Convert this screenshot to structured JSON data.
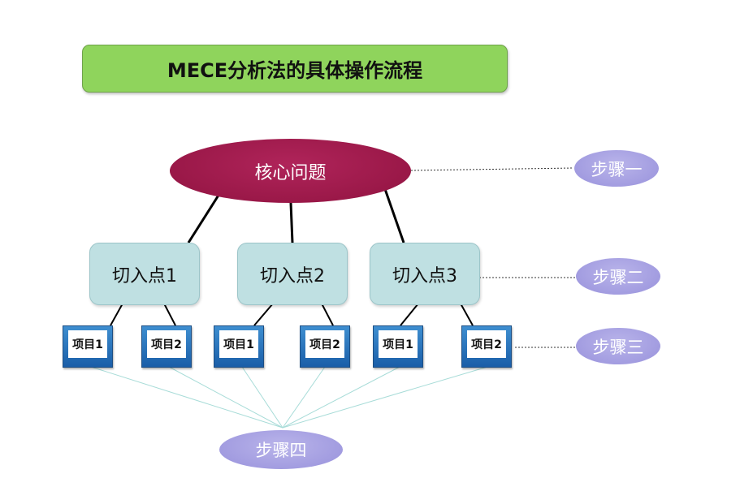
{
  "title": "MECE分析法的具体操作流程",
  "core_problem": "核心问题",
  "entry_points": [
    "切入点1",
    "切入点2",
    "切入点3"
  ],
  "item_label_1": "项目1",
  "item_label_2": "项目2",
  "steps": [
    "步骤一",
    "步骤二",
    "步骤三",
    "步骤四"
  ],
  "colors": {
    "title_fill": "#8fd45c",
    "core_fill": "#9a1848",
    "entry_fill": "#bfe0e2",
    "item_frame": "#1a5ea8",
    "step_fill": "#a29ce0"
  }
}
